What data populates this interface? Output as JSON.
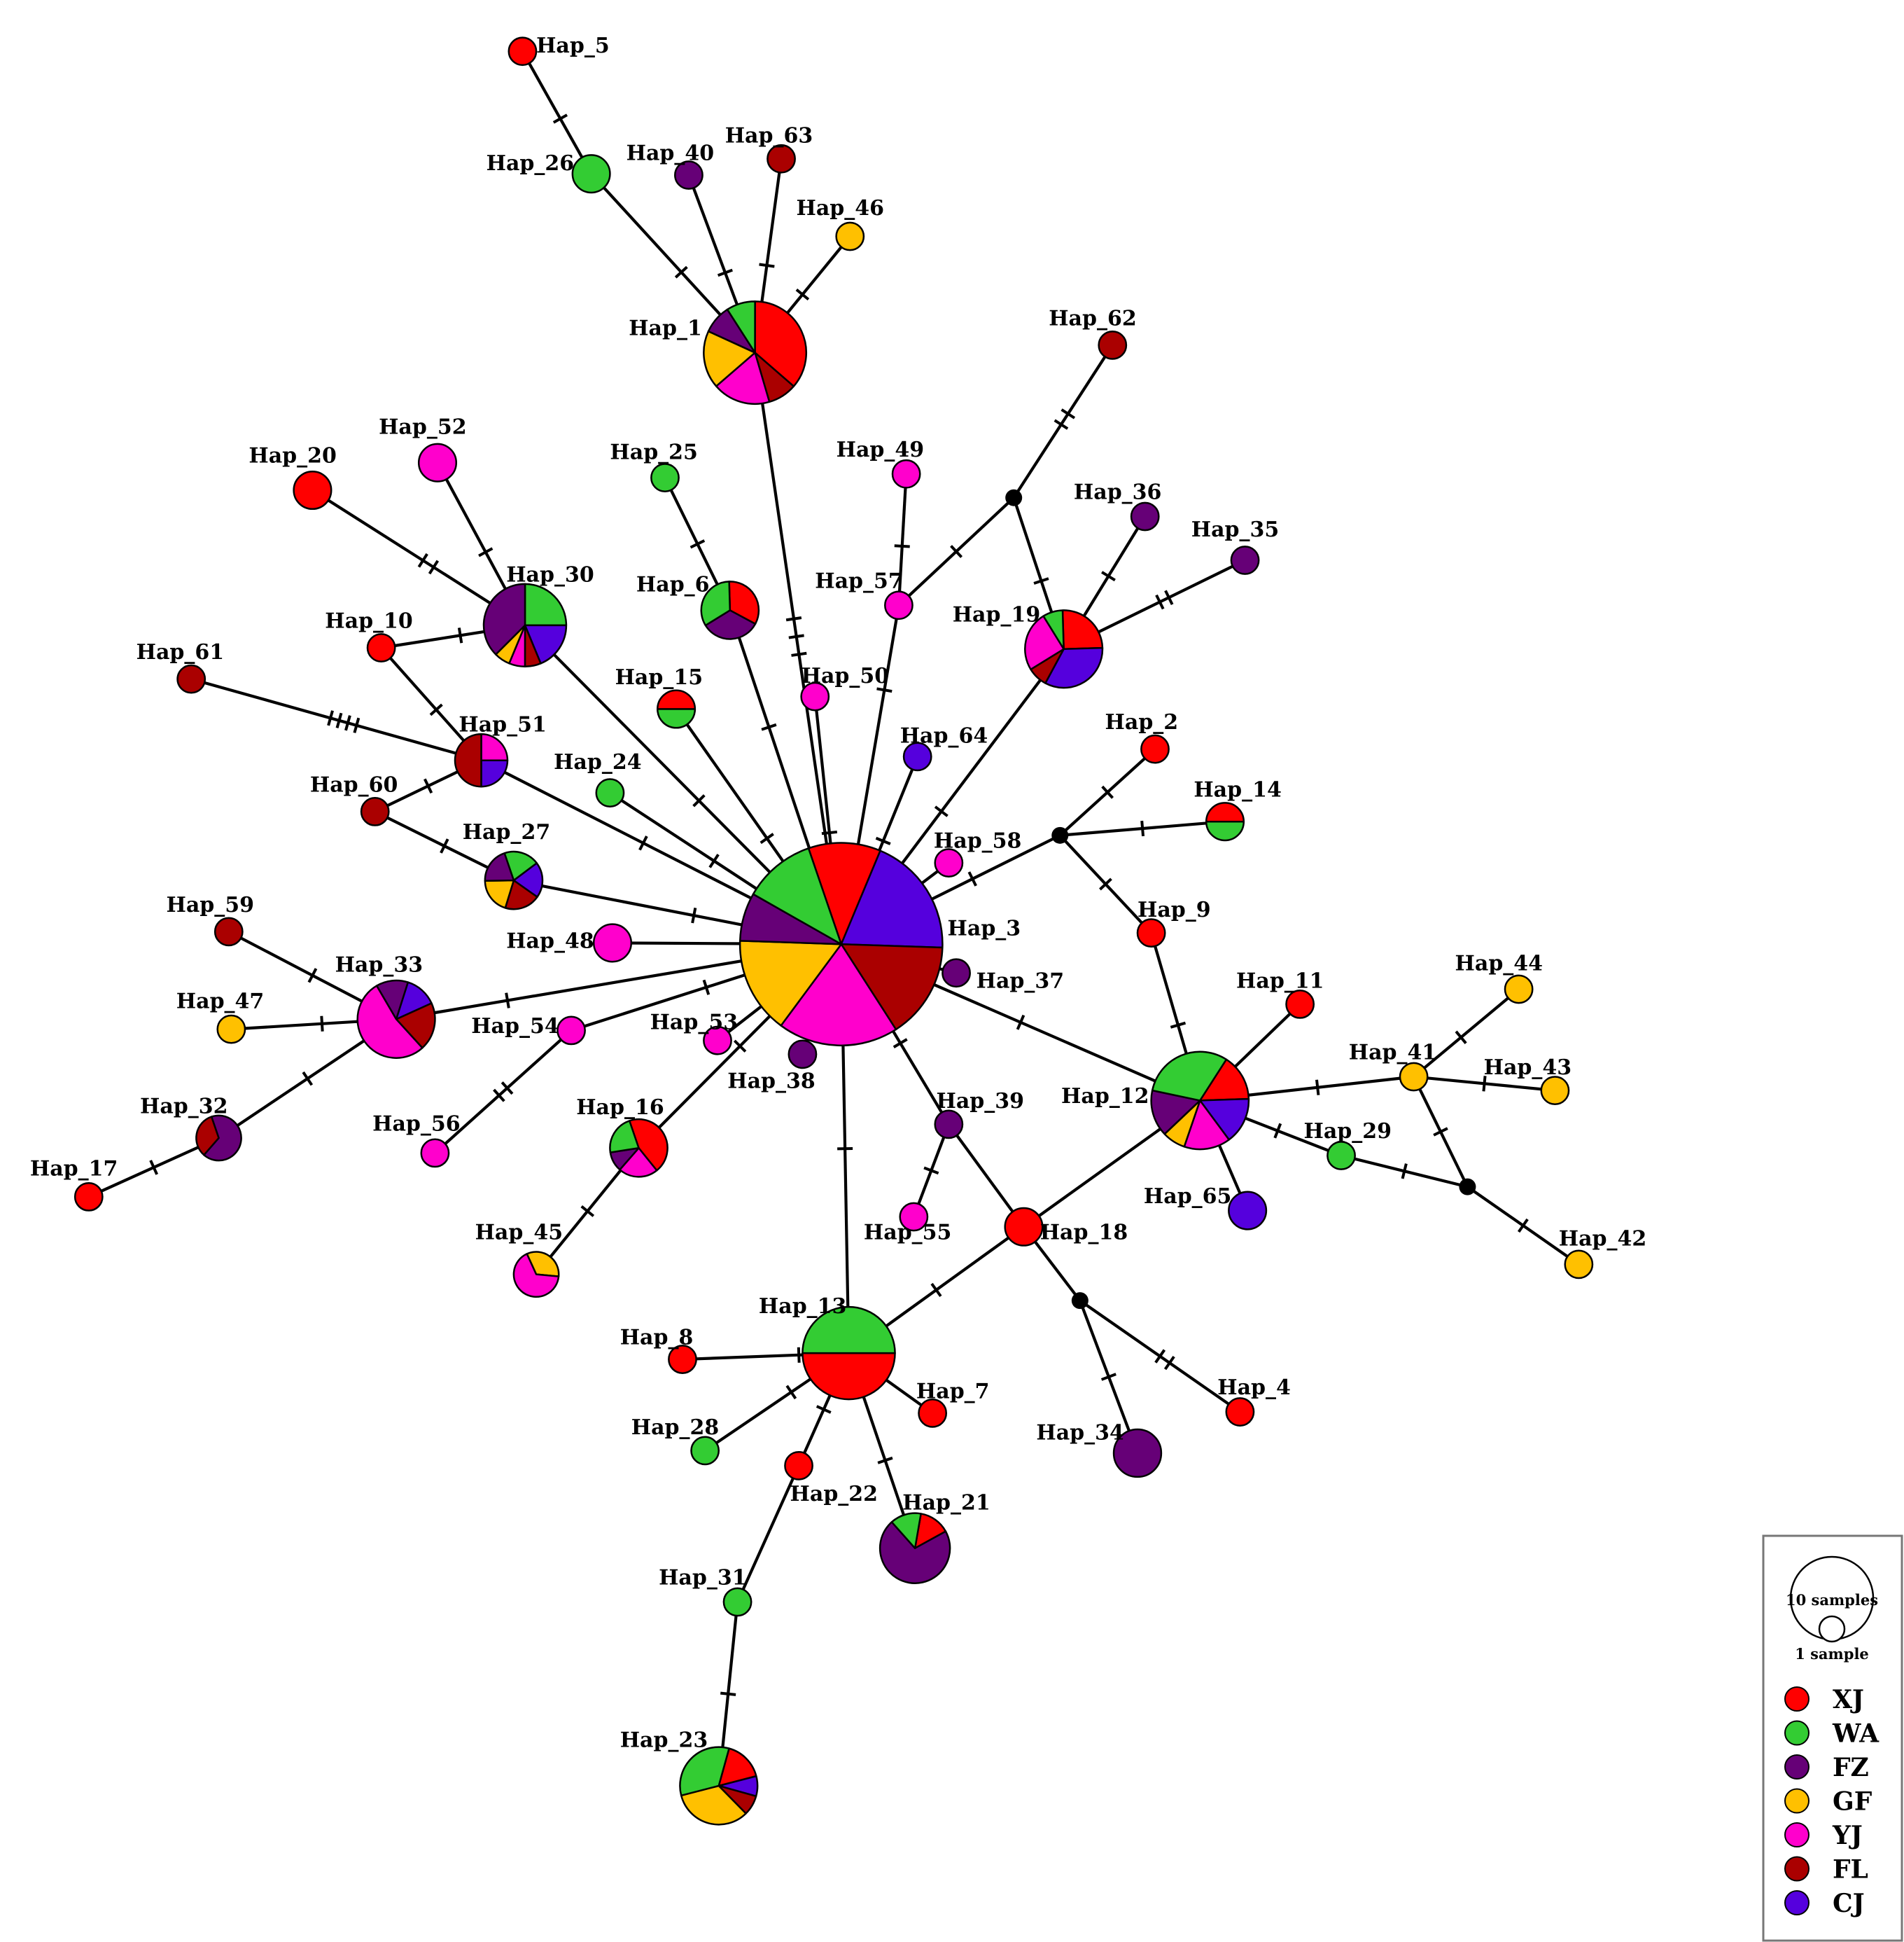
{
  "legend": {
    "size_large_label": "10 samples",
    "size_small_label": "1 sample",
    "populations": [
      {
        "code": "XJ",
        "color": "#ff0000"
      },
      {
        "code": "WA",
        "color": "#33cc33"
      },
      {
        "code": "FZ",
        "color": "#660077"
      },
      {
        "code": "GF",
        "color": "#ffc000"
      },
      {
        "code": "YJ",
        "color": "#ff00cc"
      },
      {
        "code": "FL",
        "color": "#aa0000"
      },
      {
        "code": "CJ",
        "color": "#5500dd"
      }
    ]
  },
  "haplotypes": [
    {
      "id": "Hap_1",
      "composition": {
        "XJ": 4,
        "FL": 1,
        "YJ": 2,
        "GF": 2,
        "FZ": 1,
        "WA": 1
      }
    },
    {
      "id": "Hap_2",
      "composition": {
        "XJ": 1
      }
    },
    {
      "id": "Hap_3",
      "composition": {
        "XJ": 3,
        "CJ": 5,
        "FL": 4,
        "YJ": 5,
        "GF": 4,
        "FZ": 2,
        "WA": 3
      }
    },
    {
      "id": "Hap_4",
      "composition": {
        "XJ": 1
      }
    },
    {
      "id": "Hap_5",
      "composition": {
        "XJ": 1
      }
    },
    {
      "id": "Hap_6",
      "composition": {
        "XJ": 1,
        "FZ": 1,
        "WA": 1
      }
    },
    {
      "id": "Hap_7",
      "composition": {
        "XJ": 1
      }
    },
    {
      "id": "Hap_8",
      "composition": {
        "XJ": 1
      }
    },
    {
      "id": "Hap_9",
      "composition": {
        "XJ": 1
      }
    },
    {
      "id": "Hap_10",
      "composition": {
        "XJ": 1
      }
    },
    {
      "id": "Hap_11",
      "composition": {
        "XJ": 1
      }
    },
    {
      "id": "Hap_12",
      "composition": {
        "XJ": 1,
        "CJ": 1,
        "YJ": 1,
        "GF": 0.5,
        "FZ": 1,
        "WA": 2
      }
    },
    {
      "id": "Hap_13",
      "composition": {
        "XJ": 3,
        "WA": 3
      }
    },
    {
      "id": "Hap_14",
      "composition": {
        "XJ": 1,
        "WA": 1
      }
    },
    {
      "id": "Hap_15",
      "composition": {
        "XJ": 1,
        "WA": 1
      }
    },
    {
      "id": "Hap_16",
      "composition": {
        "XJ": 2,
        "YJ": 1,
        "FZ": 0.5,
        "WA": 1
      }
    },
    {
      "id": "Hap_17",
      "composition": {
        "XJ": 1
      }
    },
    {
      "id": "Hap_18",
      "composition": {
        "XJ": 1
      }
    },
    {
      "id": "Hap_19",
      "composition": {
        "XJ": 1.5,
        "CJ": 2,
        "FL": 0.5,
        "YJ": 1.5,
        "WA": 0.5
      }
    },
    {
      "id": "Hap_20",
      "composition": {
        "XJ": 1
      }
    },
    {
      "id": "Hap_21",
      "composition": {
        "XJ": 0.5,
        "FZ": 2.5,
        "WA": 0.5
      }
    },
    {
      "id": "Hap_22",
      "composition": {
        "XJ": 1
      }
    },
    {
      "id": "Hap_23",
      "composition": {
        "XJ": 1,
        "CJ": 0.5,
        "FL": 0.5,
        "GF": 2,
        "WA": 2
      }
    },
    {
      "id": "Hap_24",
      "composition": {
        "WA": 1
      }
    },
    {
      "id": "Hap_25",
      "composition": {
        "WA": 1
      }
    },
    {
      "id": "Hap_26",
      "composition": {
        "WA": 1
      }
    },
    {
      "id": "Hap_27",
      "composition": {
        "CJ": 1,
        "FL": 1,
        "GF": 1,
        "FZ": 1,
        "WA": 1
      }
    },
    {
      "id": "Hap_28",
      "composition": {
        "WA": 1
      }
    },
    {
      "id": "Hap_29",
      "composition": {
        "WA": 1
      }
    },
    {
      "id": "Hap_30",
      "composition": {
        "WA": 2,
        "CJ": 1.5,
        "FL": 0.5,
        "YJ": 0.5,
        "GF": 0.5,
        "FZ": 3
      }
    },
    {
      "id": "Hap_31",
      "composition": {
        "WA": 1
      }
    },
    {
      "id": "Hap_32",
      "composition": {
        "FZ": 2,
        "FL": 1
      }
    },
    {
      "id": "Hap_33",
      "composition": {
        "FZ": 1,
        "CJ": 1,
        "FL": 1.5,
        "YJ": 4
      }
    },
    {
      "id": "Hap_34",
      "composition": {
        "FZ": 1
      }
    },
    {
      "id": "Hap_35",
      "composition": {
        "FZ": 1
      }
    },
    {
      "id": "Hap_36",
      "composition": {
        "FZ": 1
      }
    },
    {
      "id": "Hap_37",
      "composition": {
        "FZ": 1
      }
    },
    {
      "id": "Hap_38",
      "composition": {
        "FZ": 1
      }
    },
    {
      "id": "Hap_39",
      "composition": {
        "FZ": 1
      }
    },
    {
      "id": "Hap_40",
      "composition": {
        "FZ": 1
      }
    },
    {
      "id": "Hap_41",
      "composition": {
        "GF": 1
      }
    },
    {
      "id": "Hap_42",
      "composition": {
        "GF": 1
      }
    },
    {
      "id": "Hap_43",
      "composition": {
        "GF": 1
      }
    },
    {
      "id": "Hap_44",
      "composition": {
        "GF": 1
      }
    },
    {
      "id": "Hap_45",
      "composition": {
        "GF": 1,
        "YJ": 2
      }
    },
    {
      "id": "Hap_46",
      "composition": {
        "GF": 1
      }
    },
    {
      "id": "Hap_47",
      "composition": {
        "GF": 1
      }
    },
    {
      "id": "Hap_48",
      "composition": {
        "YJ": 1
      }
    },
    {
      "id": "Hap_49",
      "composition": {
        "YJ": 1
      }
    },
    {
      "id": "Hap_50",
      "composition": {
        "YJ": 1
      }
    },
    {
      "id": "Hap_51",
      "composition": {
        "YJ": 1,
        "CJ": 1,
        "FL": 2
      }
    },
    {
      "id": "Hap_52",
      "composition": {
        "YJ": 1
      }
    },
    {
      "id": "Hap_53",
      "composition": {
        "YJ": 1
      }
    },
    {
      "id": "Hap_54",
      "composition": {
        "YJ": 1
      }
    },
    {
      "id": "Hap_55",
      "composition": {
        "YJ": 1
      }
    },
    {
      "id": "Hap_56",
      "composition": {
        "YJ": 1
      }
    },
    {
      "id": "Hap_57",
      "composition": {
        "YJ": 1
      }
    },
    {
      "id": "Hap_58",
      "composition": {
        "YJ": 1
      }
    },
    {
      "id": "Hap_59",
      "composition": {
        "FL": 1
      }
    },
    {
      "id": "Hap_60",
      "composition": {
        "FL": 1
      }
    },
    {
      "id": "Hap_61",
      "composition": {
        "FL": 1
      }
    },
    {
      "id": "Hap_62",
      "composition": {
        "FL": 1
      }
    },
    {
      "id": "Hap_63",
      "composition": {
        "FL": 1
      }
    },
    {
      "id": "Hap_64",
      "composition": {
        "CJ": 1
      }
    },
    {
      "id": "Hap_65",
      "composition": {
        "CJ": 1
      }
    }
  ],
  "median_vectors": [
    "mv1",
    "mv2",
    "mv3",
    "mv4"
  ],
  "edges": [
    {
      "from": "Hap_5",
      "to": "Hap_26",
      "mutations": 1
    },
    {
      "from": "Hap_26",
      "to": "Hap_1",
      "mutations": 1
    },
    {
      "from": "Hap_40",
      "to": "Hap_1",
      "mutations": 1
    },
    {
      "from": "Hap_63",
      "to": "Hap_1",
      "mutations": 1
    },
    {
      "from": "Hap_46",
      "to": "Hap_1",
      "mutations": 1
    },
    {
      "from": "Hap_1",
      "to": "Hap_3",
      "mutations": 3
    },
    {
      "from": "Hap_62",
      "to": "mv1",
      "mutations": 2
    },
    {
      "from": "mv1",
      "to": "Hap_57",
      "mutations": 1
    },
    {
      "from": "mv1",
      "to": "Hap_19",
      "mutations": 1
    },
    {
      "from": "Hap_49",
      "to": "Hap_57",
      "mutations": 1
    },
    {
      "from": "Hap_57",
      "to": "Hap_3",
      "mutations": 1
    },
    {
      "from": "Hap_36",
      "to": "Hap_19",
      "mutations": 1
    },
    {
      "from": "Hap_35",
      "to": "Hap_19",
      "mutations": 2
    },
    {
      "from": "Hap_19",
      "to": "Hap_3",
      "mutations": 1
    },
    {
      "from": "Hap_25",
      "to": "Hap_6",
      "mutations": 1
    },
    {
      "from": "Hap_6",
      "to": "Hap_3",
      "mutations": 1
    },
    {
      "from": "Hap_50",
      "to": "Hap_3",
      "mutations": 1
    },
    {
      "from": "Hap_64",
      "to": "Hap_3",
      "mutations": 1
    },
    {
      "from": "Hap_15",
      "to": "Hap_3",
      "mutations": 1
    },
    {
      "from": "Hap_20",
      "to": "Hap_30",
      "mutations": 2
    },
    {
      "from": "Hap_52",
      "to": "Hap_30",
      "mutations": 1
    },
    {
      "from": "Hap_10",
      "to": "Hap_30",
      "mutations": 1
    },
    {
      "from": "Hap_30",
      "to": "Hap_3",
      "mutations": 1
    },
    {
      "from": "Hap_10",
      "to": "Hap_51",
      "mutations": 1
    },
    {
      "from": "Hap_61",
      "to": "Hap_51",
      "mutations": 4
    },
    {
      "from": "Hap_60",
      "to": "Hap_51",
      "mutations": 1
    },
    {
      "from": "Hap_51",
      "to": "Hap_3",
      "mutations": 1
    },
    {
      "from": "Hap_24",
      "to": "Hap_3",
      "mutations": 1
    },
    {
      "from": "Hap_60",
      "to": "Hap_27",
      "mutations": 1
    },
    {
      "from": "Hap_27",
      "to": "Hap_3",
      "mutations": 1
    },
    {
      "from": "Hap_58",
      "to": "Hap_3",
      "mutations": 1
    },
    {
      "from": "Hap_48",
      "to": "Hap_3",
      "mutations": 1
    },
    {
      "from": "Hap_59",
      "to": "Hap_33",
      "mutations": 1
    },
    {
      "from": "Hap_47",
      "to": "Hap_33",
      "mutations": 1
    },
    {
      "from": "Hap_33",
      "to": "Hap_3",
      "mutations": 1
    },
    {
      "from": "Hap_32",
      "to": "Hap_33",
      "mutations": 1
    },
    {
      "from": "Hap_17",
      "to": "Hap_32",
      "mutations": 1
    },
    {
      "from": "Hap_56",
      "to": "Hap_54",
      "mutations": 2
    },
    {
      "from": "Hap_54",
      "to": "Hap_3",
      "mutations": 1
    },
    {
      "from": "Hap_53",
      "to": "Hap_3",
      "mutations": 1
    },
    {
      "from": "Hap_38",
      "to": "Hap_3",
      "mutations": 0
    },
    {
      "from": "Hap_37",
      "to": "Hap_3",
      "mutations": 0
    },
    {
      "from": "Hap_16",
      "to": "Hap_3",
      "mutations": 1
    },
    {
      "from": "Hap_45",
      "to": "Hap_16",
      "mutations": 1
    },
    {
      "from": "Hap_3",
      "to": "mv2",
      "mutations": 1
    },
    {
      "from": "mv2",
      "to": "Hap_2",
      "mutations": 1
    },
    {
      "from": "mv2",
      "to": "Hap_14",
      "mutations": 1
    },
    {
      "from": "mv2",
      "to": "Hap_9",
      "mutations": 1
    },
    {
      "from": "Hap_9",
      "to": "Hap_12",
      "mutations": 1
    },
    {
      "from": "Hap_11",
      "to": "Hap_12",
      "mutations": 1
    },
    {
      "from": "Hap_3",
      "to": "Hap_12",
      "mutations": 1
    },
    {
      "from": "Hap_12",
      "to": "Hap_65",
      "mutations": 0
    },
    {
      "from": "Hap_12",
      "to": "Hap_41",
      "mutations": 1
    },
    {
      "from": "Hap_44",
      "to": "Hap_41",
      "mutations": 1
    },
    {
      "from": "Hap_43",
      "to": "Hap_41",
      "mutations": 1
    },
    {
      "from": "Hap_41",
      "to": "mv4",
      "mutations": 1
    },
    {
      "from": "Hap_12",
      "to": "Hap_29",
      "mutations": 1
    },
    {
      "from": "Hap_29",
      "to": "mv4",
      "mutations": 1
    },
    {
      "from": "mv4",
      "to": "Hap_42",
      "mutations": 1
    },
    {
      "from": "Hap_3",
      "to": "Hap_39",
      "mutations": 1
    },
    {
      "from": "Hap_39",
      "to": "Hap_55",
      "mutations": 1
    },
    {
      "from": "Hap_39",
      "to": "Hap_18",
      "mutations": 0
    },
    {
      "from": "Hap_18",
      "to": "Hap_12",
      "mutations": 0
    },
    {
      "from": "Hap_18",
      "to": "Hap_13",
      "mutations": 1
    },
    {
      "from": "Hap_18",
      "to": "mv3",
      "mutations": 0
    },
    {
      "from": "mv3",
      "to": "Hap_4",
      "mutations": 2
    },
    {
      "from": "mv3",
      "to": "Hap_34",
      "mutations": 1
    },
    {
      "from": "Hap_3",
      "to": "Hap_13",
      "mutations": 1
    },
    {
      "from": "Hap_8",
      "to": "Hap_13",
      "mutations": 1
    },
    {
      "from": "Hap_28",
      "to": "Hap_13",
      "mutations": 1
    },
    {
      "from": "Hap_7",
      "to": "Hap_13",
      "mutations": 0
    },
    {
      "from": "Hap_13",
      "to": "Hap_21",
      "mutations": 1
    },
    {
      "from": "Hap_13",
      "to": "Hap_22",
      "mutations": 1
    },
    {
      "from": "Hap_22",
      "to": "Hap_31",
      "mutations": 0
    },
    {
      "from": "Hap_31",
      "to": "Hap_23",
      "mutations": 1
    }
  ]
}
